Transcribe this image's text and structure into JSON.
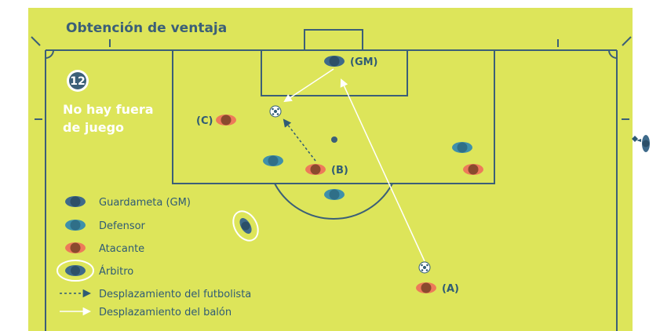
{
  "title": "Obtención de ventaja",
  "badge_number": "12",
  "note_line1": "No hay fuera",
  "note_line2": "de juego",
  "labels": {
    "goalkeeper": "(GM)",
    "player_a": "(A)",
    "player_b": "(B)",
    "player_c": "(C)"
  },
  "legend": {
    "goalkeeper": "Guardameta (GM)",
    "defender": "Defensor",
    "attacker": "Atacante",
    "referee": "Árbitro",
    "player_movement": "Desplazamiento del futbolista",
    "ball_movement": "Desplazamiento del balón"
  },
  "colors": {
    "pitch": "#dde55a",
    "lines": "#3b5f78",
    "goalkeeper": "#3e6a8a",
    "defender": "#3f90aa",
    "attacker_body": "#ed7a5a",
    "attacker_head": "#8a4a2e",
    "white": "#ffffff"
  }
}
